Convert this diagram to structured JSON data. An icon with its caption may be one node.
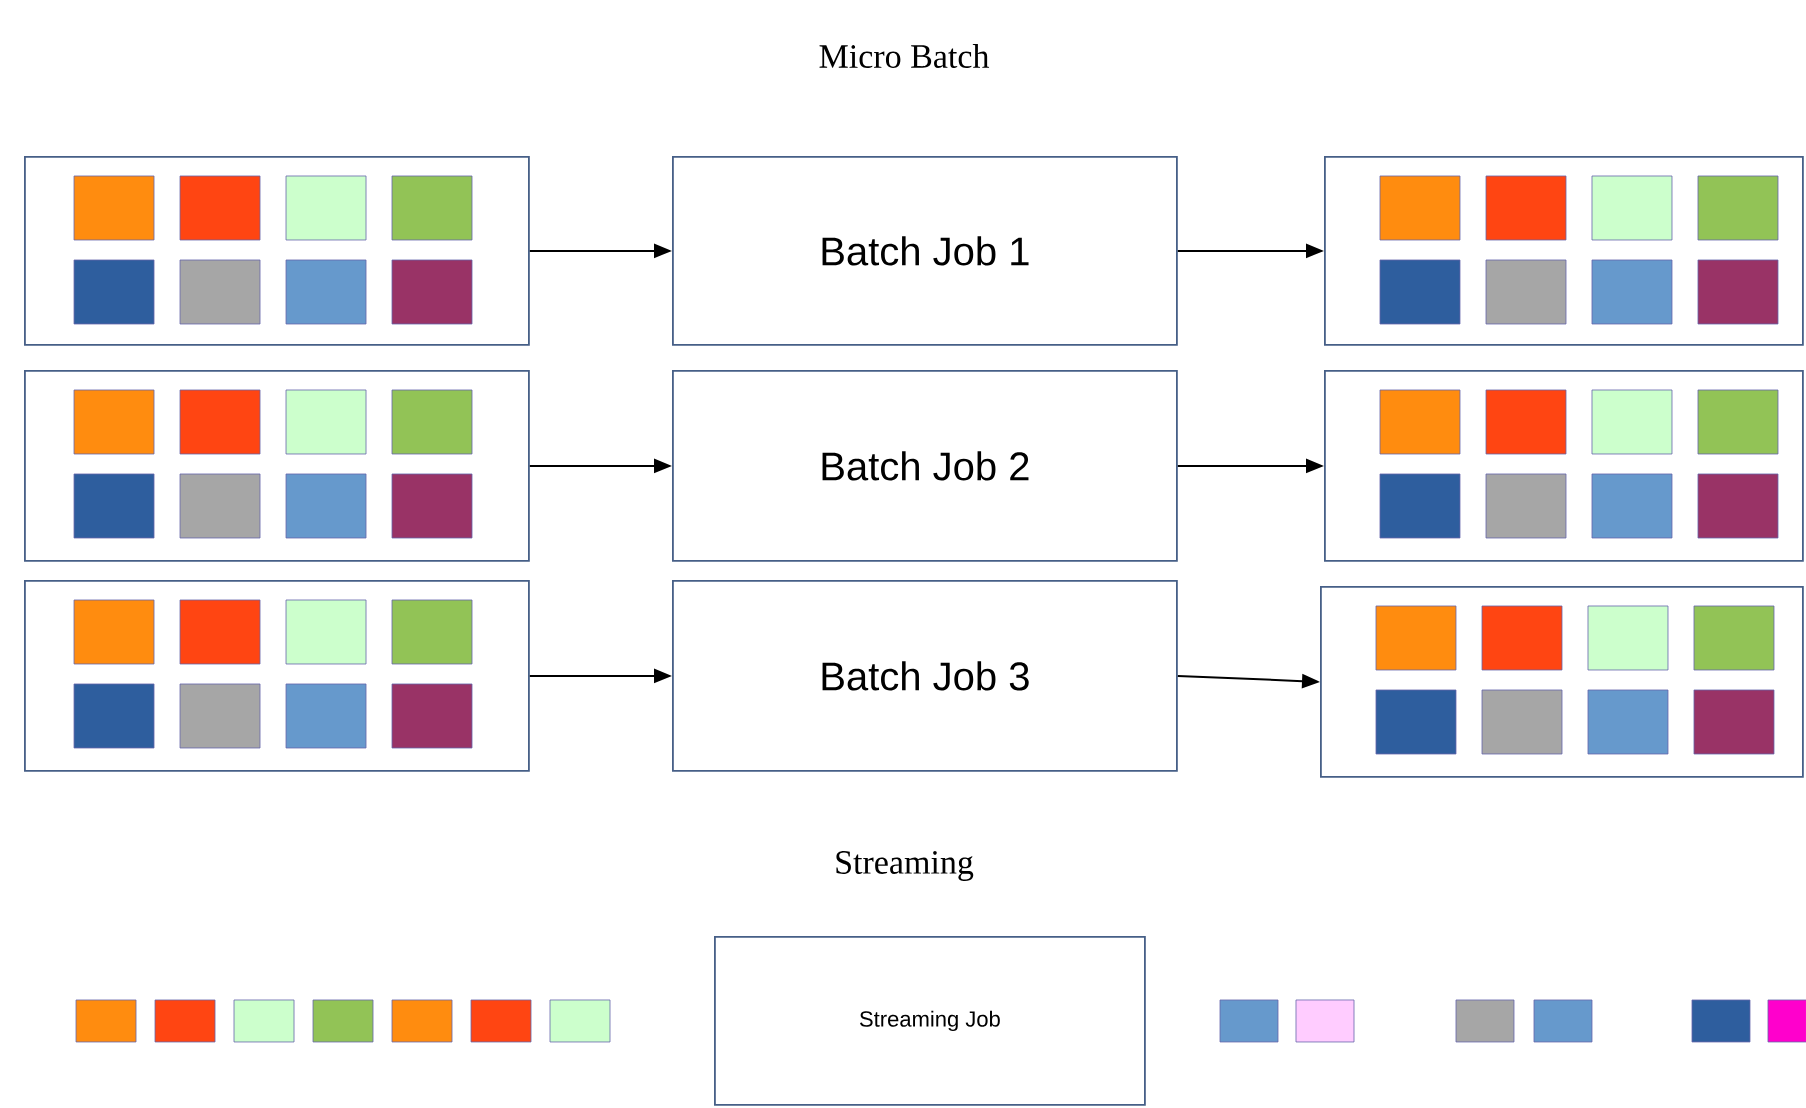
{
  "diagram": {
    "title": "Micro Batch",
    "nodes": [
      {
        "text": [],
        "shape": "box"
      },
      {
        "text": [
          "Batch Job 1"
        ]
      },
      {
        "text": [],
        "shape": "box"
      },
      {
        "text": [],
        "shape": "box"
      },
      {
        "text": [
          "Batch Job 2"
        ]
      },
      {
        "text": [],
        "shape": "box"
      },
      {
        "text": [],
        "shape": "box"
      },
      {
        "text": [
          "Batch Job 3"
        ]
      },
      {
        "text": [],
        "shape": "box"
      },
      {
        "text": [
          "Streaming Job"
        ]
      }
    ],
    "edges": [
      {
        "from": 0,
        "to": 1,
        "arrow": "to"
      },
      {
        "from": 1,
        "to": 2,
        "arrow": "to"
      },
      {
        "from": 3,
        "to": 4,
        "arrow": "to"
      },
      {
        "from": 4,
        "to": 5,
        "arrow": "to"
      },
      {
        "from": 6,
        "to": 7,
        "arrow": "to"
      },
      {
        "from": 7,
        "to": 8,
        "arrow": "to"
      }
    ],
    "labels": [
      "Streaming"
    ]
  }
}
